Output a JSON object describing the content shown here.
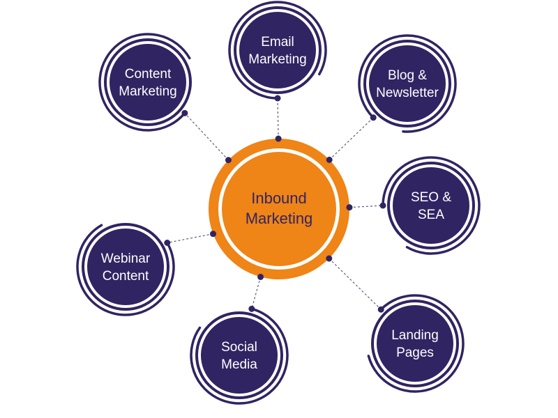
{
  "colors": {
    "primary": "#302462",
    "accent": "#ef8417",
    "background": "#ffffff",
    "connector": "#5a5a8a"
  },
  "center": {
    "label_lines": [
      "Inbound",
      "Marketing"
    ]
  },
  "nodes": [
    {
      "id": "content-marketing",
      "label_lines": [
        "Content",
        "Marketing"
      ]
    },
    {
      "id": "email-marketing",
      "label_lines": [
        "Email",
        "Marketing"
      ]
    },
    {
      "id": "blog-newsletter",
      "label_lines": [
        "Blog &",
        "Newsletter"
      ]
    },
    {
      "id": "seo-sea",
      "label_lines": [
        "SEO &",
        "SEA"
      ]
    },
    {
      "id": "landing-pages",
      "label_lines": [
        "Landing",
        "Pages"
      ]
    },
    {
      "id": "social-media",
      "label_lines": [
        "Social",
        "Media"
      ]
    },
    {
      "id": "webinar-content",
      "label_lines": [
        "Webinar",
        "Content"
      ]
    }
  ]
}
